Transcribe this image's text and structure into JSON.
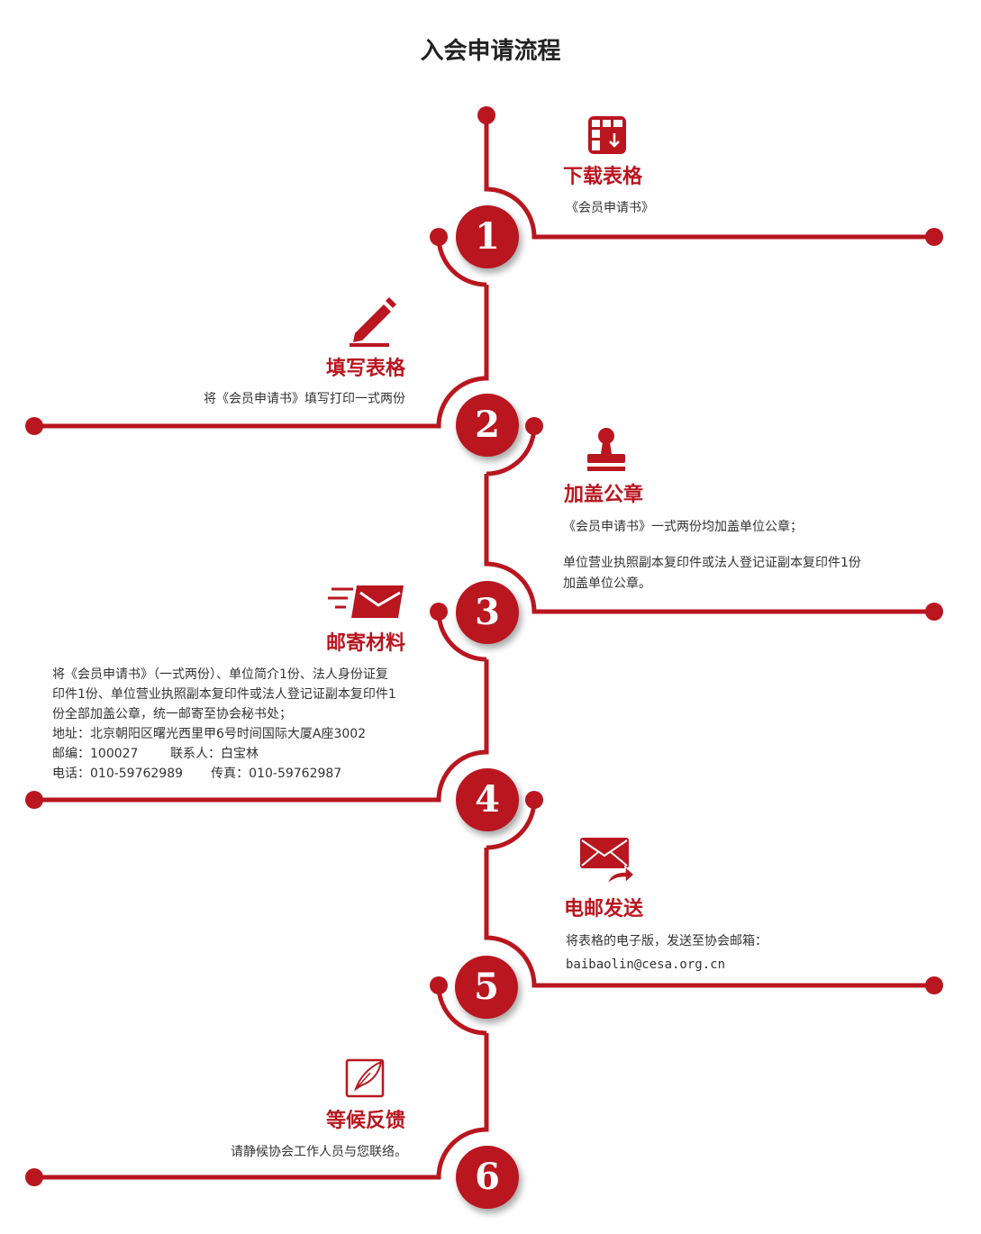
{
  "title": "入会申请流程",
  "colors": {
    "accent": "#b9161f"
  },
  "steps": [
    {
      "number": "1",
      "icon": "table-download-icon",
      "title": "下载表格",
      "lines": [
        "《会员申请书》"
      ]
    },
    {
      "number": "2",
      "icon": "pencil-icon",
      "title": "填写表格",
      "lines": [
        "将《会员申请书》填写打印一式两份"
      ]
    },
    {
      "number": "3",
      "icon": "stamp-icon",
      "title": "加盖公章",
      "lines": [
        "《会员申请书》一式两份均加盖单位公章；",
        "单位营业执照副本复印件或法人登记证副本复印件1份",
        "加盖单位公章。"
      ]
    },
    {
      "number": "4",
      "icon": "fast-mail-icon",
      "title": "邮寄材料",
      "lines": [
        "将《会员申请书》（一式两份）、单位简介1份、法人身份证复",
        "印件1份、单位营业执照副本复印件或法人登记证副本复印件1",
        "份全部加盖公章，统一邮寄至协会秘书处；",
        "地址：北京朝阳区曙光西里甲6号时间国际大厦A座3002",
        "邮编：100027        联系人：白宝林",
        "电话：010-59762989       传真：010-59762987"
      ]
    },
    {
      "number": "5",
      "icon": "email-forward-icon",
      "title": "电邮发送",
      "lines": [
        "将表格的电子版，发送至协会邮箱：",
        "baibaolin@cesa.org.cn"
      ]
    },
    {
      "number": "6",
      "icon": "feedback-icon",
      "title": "等候反馈",
      "lines": [
        "请静候协会工作人员与您联络。"
      ]
    }
  ]
}
